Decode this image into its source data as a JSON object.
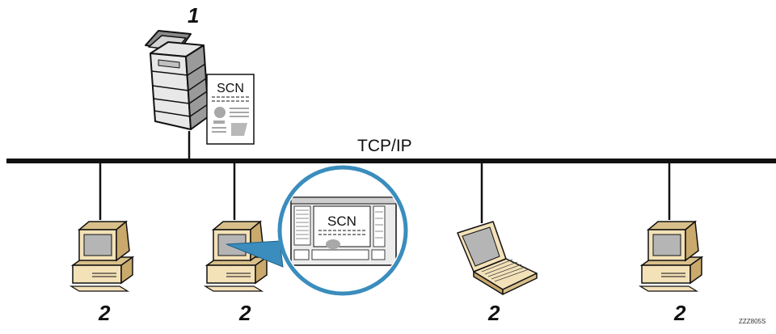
{
  "labels": {
    "device_number": "1",
    "client_number": "2",
    "network": "TCP/IP",
    "doc_code": "SCN",
    "figure_code": "ZZZ805S"
  },
  "colors": {
    "line": "#111111",
    "beige": "#f3e1b8",
    "beige_dark": "#d9c08a",
    "screen": "#b5b5b5",
    "lens": "#3a8dbd",
    "printer_light": "#e6e6e6",
    "printer_dark": "#8a8a8a"
  },
  "icons": [
    "multifunction-printer-icon",
    "document-icon",
    "desktop-computer-icon",
    "laptop-icon",
    "magnifier-icon"
  ]
}
